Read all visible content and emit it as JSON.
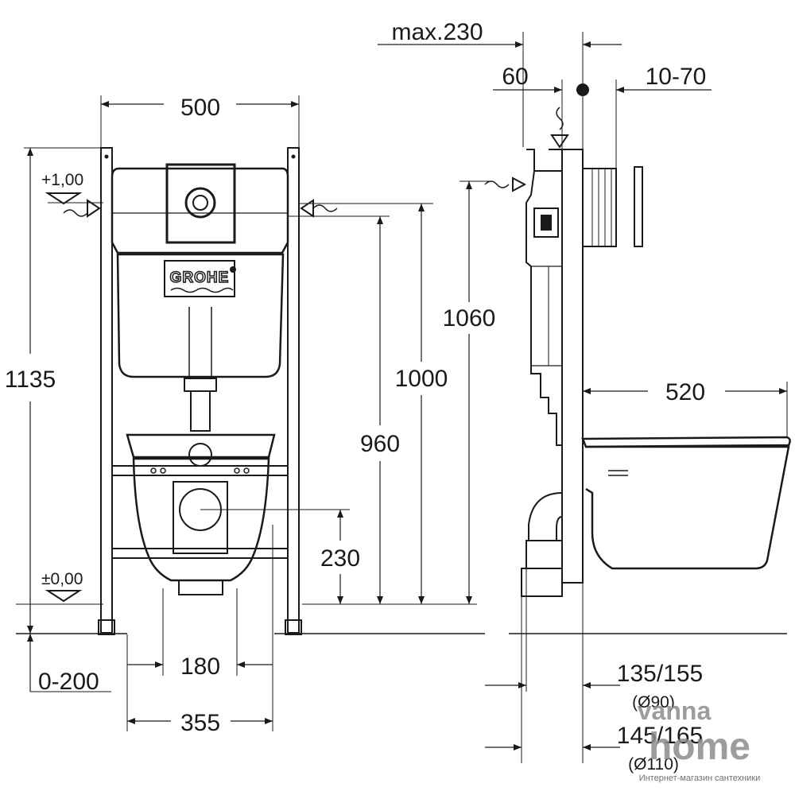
{
  "front_view": {
    "brand_logo": "GROHE",
    "dims": {
      "width_frame": "500",
      "height_total": "1135",
      "height_1060": "1060",
      "height_1000": "1000",
      "height_960": "960",
      "height_230": "230",
      "level_top": "+1,00",
      "level_zero": "±0,00",
      "bolts_180": "180",
      "feet_355": "355",
      "foot_adjust": "0-200"
    }
  },
  "side_view": {
    "dims": {
      "depth_max": "max.230",
      "offset_60": "60",
      "wall_10_70": "10-70",
      "bowl_520": "520",
      "outlet_135_155": "135/155",
      "outlet_d90": "(Ø90)",
      "outlet_145_165": "145/165",
      "outlet_d110": "(Ø110)"
    }
  },
  "watermark": {
    "line1": "vanna",
    "line2": "home",
    "tagline": "Интернет-магазин сантехники"
  },
  "colors": {
    "line": "#1a1a1a",
    "watermark": "#8c8c8c"
  }
}
